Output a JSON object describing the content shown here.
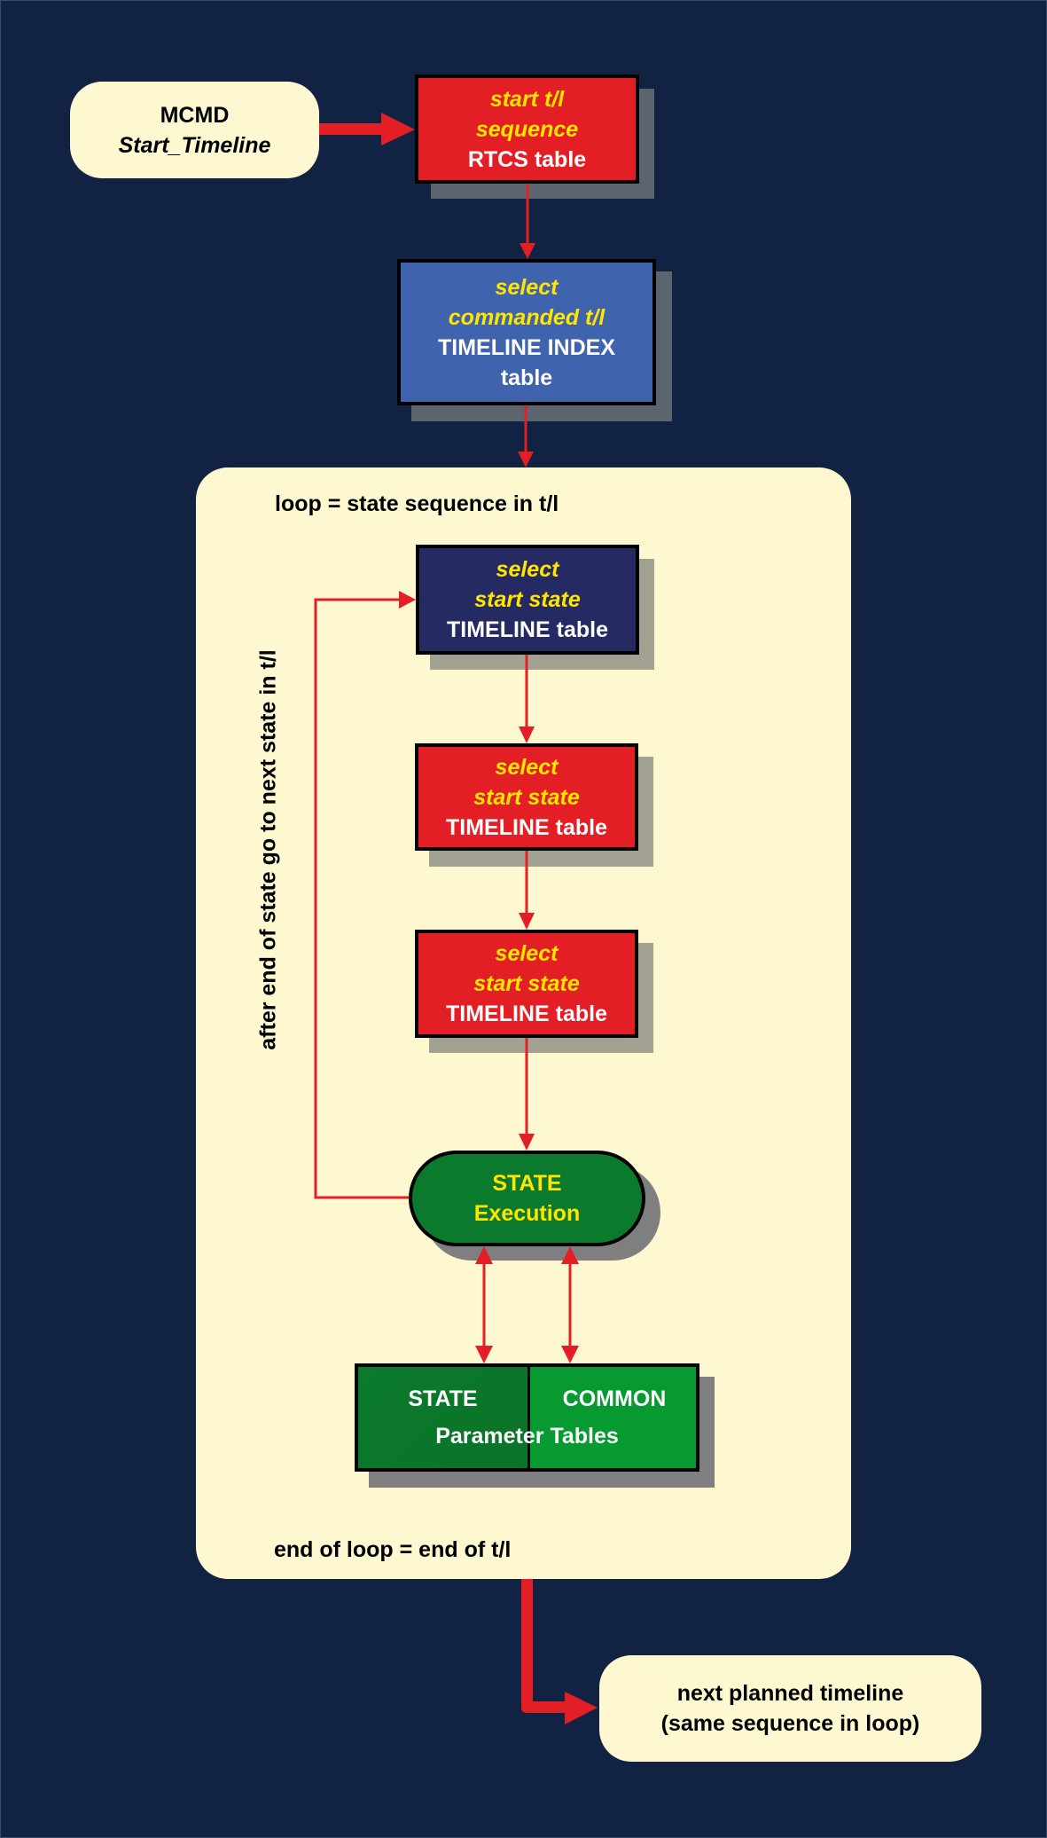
{
  "colors": {
    "background": "#112242",
    "cream": "#fdf8cf",
    "arrow_red": "#e31e24",
    "red_box": "#e31e24",
    "blue_box": "#3f63ad",
    "navy_box": "#262a62",
    "state_green": "#0b7a2c",
    "common_green": "#079a31",
    "yellow_text": "#ffe600"
  },
  "start_node": {
    "line1": "MCMD",
    "line2": "Start_Timeline"
  },
  "rtcs_node": {
    "line1": "start t/l",
    "line2": "sequence",
    "line3": "RTCS table"
  },
  "index_node": {
    "line1": "select",
    "line2": "commanded t/l",
    "line3": "TIMELINE INDEX",
    "line4": "table"
  },
  "loop": {
    "title": "loop = state sequence in t/l",
    "footer": "end of loop = end of t/l",
    "side_label": "after end of state go to next state in t/l",
    "timeline_nodes": [
      {
        "line1": "select",
        "line2": "start state",
        "line3a": "TIMELINE",
        "line3b": "table"
      },
      {
        "line1": "select",
        "line2": "start state",
        "line3a": "TIMELINE",
        "line3b": "table"
      },
      {
        "line1": "select",
        "line2": "start state",
        "line3a": "TIMELINE",
        "line3b": "table"
      }
    ],
    "execution_node": {
      "line1": "STATE",
      "line2": "Execution"
    },
    "parameter_tables": {
      "left": "STATE",
      "right": "COMMON",
      "caption": "Parameter Tables"
    }
  },
  "end_node": {
    "line1": "next planned timeline",
    "line2": "(same sequence in loop)"
  }
}
